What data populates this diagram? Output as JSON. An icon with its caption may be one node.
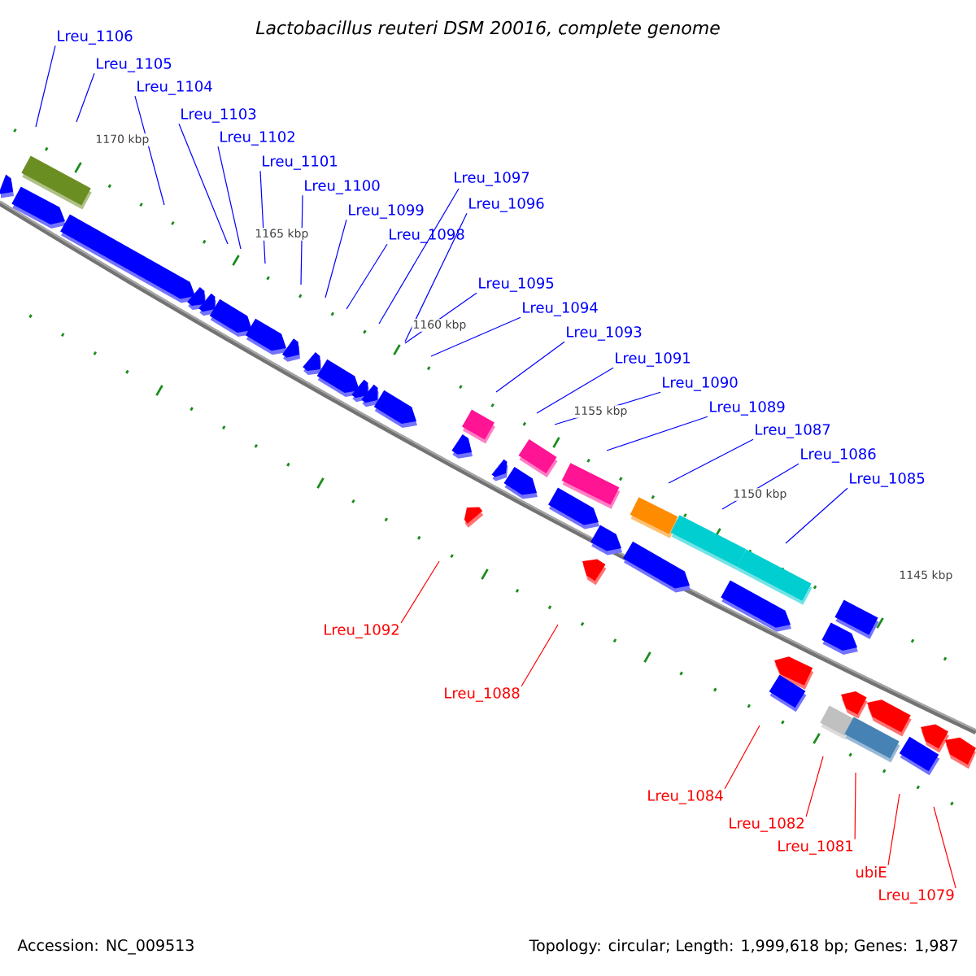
{
  "diagram": {
    "title": "Lactobacillus reuteri DSM 20016, complete genome",
    "nodes": [
      {
        "text": [
          "Lreu_1106"
        ]
      },
      {
        "text": [
          "Lreu_1105"
        ]
      },
      {
        "text": [
          "Lreu_1104"
        ]
      },
      {
        "text": [
          "Lreu_1103"
        ]
      },
      {
        "text": [
          "Lreu_1102"
        ]
      },
      {
        "text": [
          "Lreu_1101"
        ]
      },
      {
        "text": [
          "Lreu_1100"
        ]
      },
      {
        "text": [
          "Lreu_1099"
        ]
      },
      {
        "text": [
          "Lreu_1098"
        ]
      },
      {
        "text": [
          "Lreu_1097"
        ]
      },
      {
        "text": [
          "Lreu_1096"
        ]
      },
      {
        "text": [
          "Lreu_1095"
        ]
      },
      {
        "text": [
          "Lreu_1094"
        ]
      },
      {
        "text": [
          "Lreu_1093"
        ]
      },
      {
        "text": [
          "Lreu_1091"
        ]
      },
      {
        "text": [
          "Lreu_1090"
        ]
      },
      {
        "text": [
          "Lreu_1089"
        ]
      },
      {
        "text": [
          "Lreu_1087"
        ]
      },
      {
        "text": [
          "Lreu_1086"
        ]
      },
      {
        "text": [
          "Lreu_1085"
        ]
      },
      {
        "text": [
          "Lreu_1092"
        ]
      },
      {
        "text": [
          "Lreu_1088"
        ]
      },
      {
        "text": [
          "Lreu_1084"
        ]
      },
      {
        "text": [
          "Lreu_1082"
        ]
      },
      {
        "text": [
          "Lreu_1081"
        ]
      },
      {
        "text": [
          "ubiE"
        ]
      },
      {
        "text": [
          "Lreu_1079"
        ]
      }
    ],
    "edges": [
      {
        "from": 0,
        "to": null,
        "arrow": "none"
      },
      {
        "from": 1,
        "to": null,
        "arrow": "none"
      },
      {
        "from": 2,
        "to": null,
        "arrow": "none"
      },
      {
        "from": 3,
        "to": null,
        "arrow": "none"
      },
      {
        "from": 4,
        "to": null,
        "arrow": "none"
      },
      {
        "from": 5,
        "to": null,
        "arrow": "none"
      },
      {
        "from": 6,
        "to": null,
        "arrow": "none"
      },
      {
        "from": 7,
        "to": null,
        "arrow": "none"
      },
      {
        "from": 8,
        "to": null,
        "arrow": "none"
      },
      {
        "from": 9,
        "to": null,
        "arrow": "none"
      },
      {
        "from": 10,
        "to": null,
        "arrow": "none"
      },
      {
        "from": 11,
        "to": null,
        "arrow": "none"
      },
      {
        "from": 12,
        "to": null,
        "arrow": "none"
      },
      {
        "from": 13,
        "to": null,
        "arrow": "none"
      },
      {
        "from": 14,
        "to": null,
        "arrow": "none"
      },
      {
        "from": 15,
        "to": null,
        "arrow": "none"
      },
      {
        "from": 16,
        "to": null,
        "arrow": "none"
      },
      {
        "from": 17,
        "to": null,
        "arrow": "none"
      },
      {
        "from": 18,
        "to": null,
        "arrow": "none"
      },
      {
        "from": 19,
        "to": null,
        "arrow": "none"
      },
      {
        "from": 20,
        "to": null,
        "arrow": "none",
        "color": "#ff0000"
      },
      {
        "from": 21,
        "to": null,
        "arrow": "none",
        "color": "#ff0000"
      },
      {
        "from": 22,
        "to": null,
        "arrow": "none",
        "color": "#ff0000"
      },
      {
        "from": 23,
        "to": null,
        "arrow": "none",
        "color": "#ff0000"
      },
      {
        "from": 24,
        "to": null,
        "arrow": "none",
        "color": "#ff0000"
      },
      {
        "from": 25,
        "to": null,
        "arrow": "none",
        "color": "#ff0000"
      },
      {
        "from": 26,
        "to": null,
        "arrow": "none",
        "color": "#ff0000"
      }
    ],
    "labels": [
      "1170 kbp",
      "1165 kbp",
      "1160 kbp",
      "1155 kbp",
      "1150 kbp",
      "1145 kbp",
      "Accession: NC_009513",
      "Topology: circular; Length: 1,999,618 bp; Genes: 1,987"
    ]
  }
}
